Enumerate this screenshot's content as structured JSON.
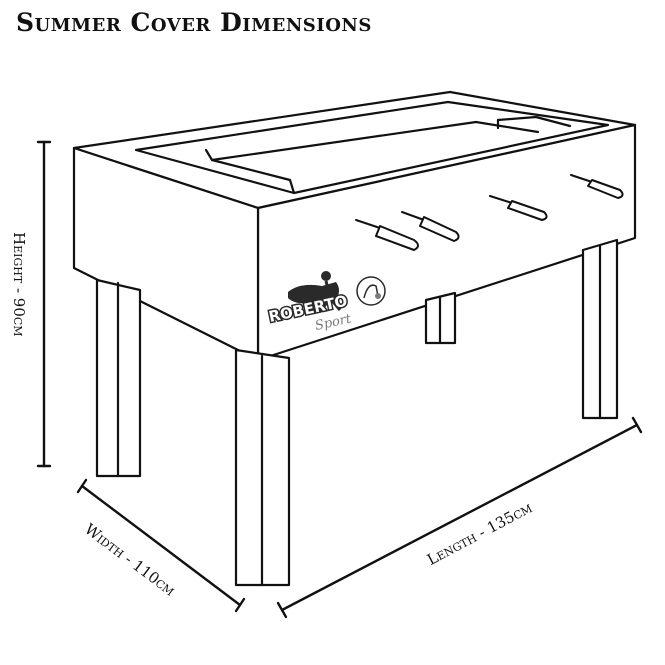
{
  "title": "Summer Cover Dimensions",
  "dimensions": {
    "height": "Height - 90cm",
    "width": "Width - 110cm",
    "length": "Length - 135cm"
  },
  "logo": {
    "brand": "ROBERTO",
    "sub": "Sport"
  },
  "colors": {
    "line": "#111111",
    "background": "#ffffff",
    "logo_dark": "#2a2a2a",
    "logo_mid": "#7a7a7a"
  }
}
